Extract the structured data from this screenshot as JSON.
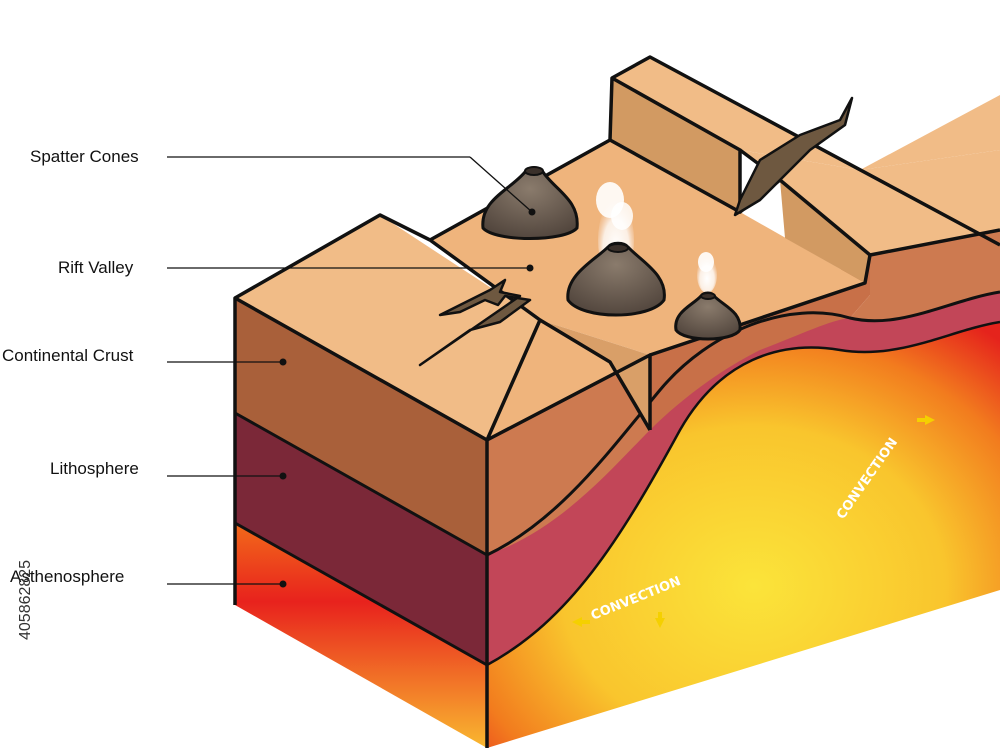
{
  "diagram": {
    "labels": {
      "spatter_cones": "Spatter Cones",
      "rift_valley": "Rift Valley",
      "continental_crust": "Continental Crust",
      "lithosphere": "Lithosphere",
      "asthenosphere": "Asthenosphere"
    },
    "convection_left": "CONVECTION",
    "convection_right": "CONVECTION",
    "stock_id": "405862825",
    "colors": {
      "crust_top": "#f0bd86",
      "crust_front": "#a9603a",
      "crust_side": "#cd7a50",
      "lithosphere_front": "#7b2838",
      "lithosphere_side": "#c24658",
      "asthenosphere_red": "#e8201c",
      "asthenosphere_yellow": "#f8cc2a",
      "cone": "#5e5248",
      "arrow": "#f5d000",
      "outline": "#111111"
    }
  }
}
